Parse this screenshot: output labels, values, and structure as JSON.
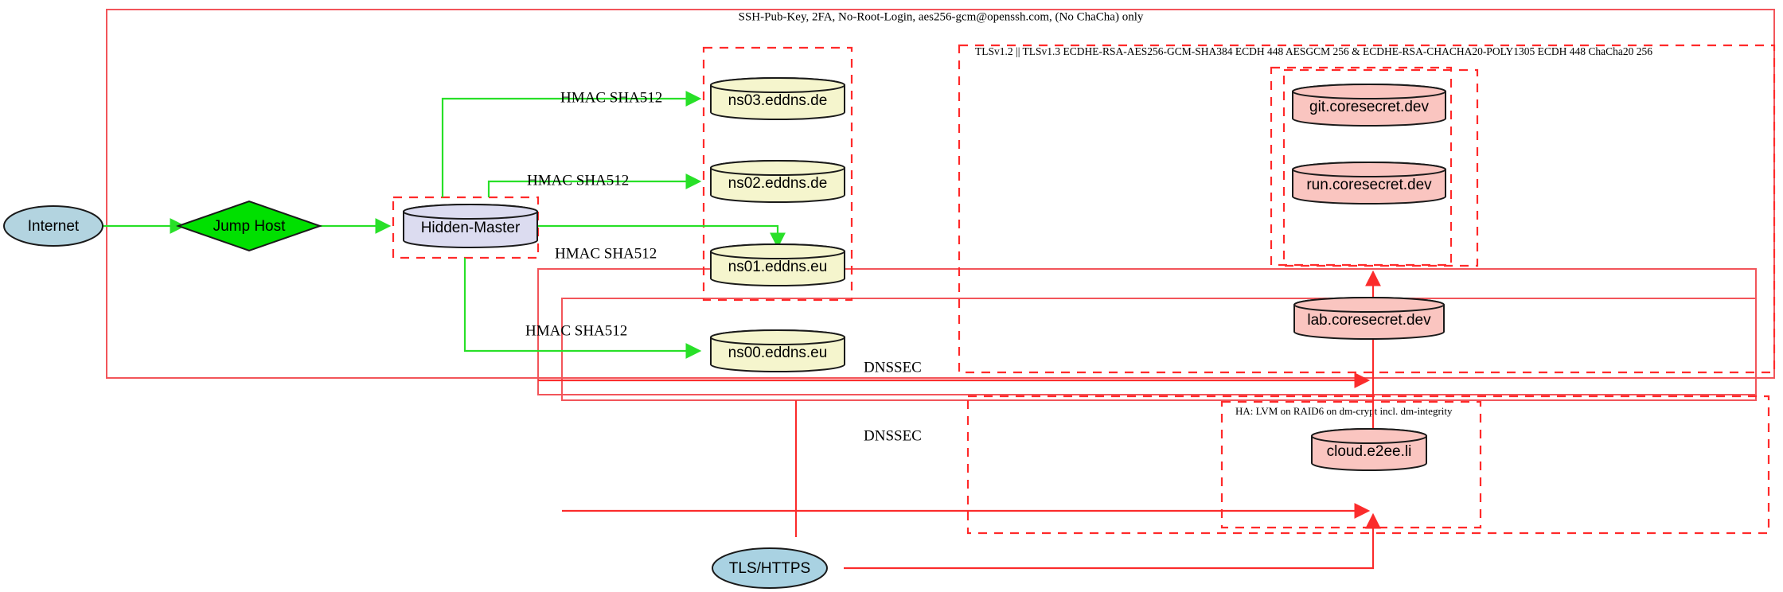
{
  "diagram": {
    "title_note": "network security architecture diagram",
    "outer_box_label": "SSH-Pub-Key, 2FA, No-Root-Login, aes256-gcm@openssh.com, (No ChaCha) only",
    "tls_box_label": "TLSv1.2 || TLSv1.3 ECDHE-RSA-AES256-GCM-SHA384 ECDH 448 AESGCM 256 & ECDHE-RSA-CHACHA20-POLY1305 ECDH 448 ChaCha20 256",
    "ha_box_label": "HA: LVM on RAID6 on dm-crypt incl. dm-integrity"
  },
  "nodes": {
    "internet": "Internet",
    "jump_host": "Jump Host",
    "hidden_master": "Hidden-Master",
    "ns03": "ns03.eddns.de",
    "ns02": "ns02.eddns.de",
    "ns01": "ns01.eddns.eu",
    "ns00": "ns00.eddns.eu",
    "git": "git.coresecret.dev",
    "run": "run.coresecret.dev",
    "lab": "lab.coresecret.dev",
    "cloud": "cloud.e2ee.li",
    "tls_https": "TLS/HTTPS"
  },
  "edge_labels": {
    "hmac_ns03": "HMAC SHA512",
    "hmac_ns02": "HMAC SHA512",
    "hmac_ns01": "HMAC SHA512",
    "hmac_ns00": "HMAC SHA512",
    "dnssec_upper": "DNSSEC",
    "dnssec_lower": "DNSSEC"
  },
  "colors": {
    "internet_fill": "#b3d4e0",
    "jump_host_fill": "#00e000",
    "hidden_master_fill": "#dcdcf0",
    "ns_fill": "#f5f5cd",
    "coresecret_fill": "#fac5c0",
    "cloud_fill": "#fac5c0",
    "tls_fill": "#a9d2e2",
    "green_edge": "#28e028",
    "red_edge": "#fb2c2c",
    "dashed_cluster": "#ff2a2a",
    "solid_cluster": "#f2555a"
  }
}
